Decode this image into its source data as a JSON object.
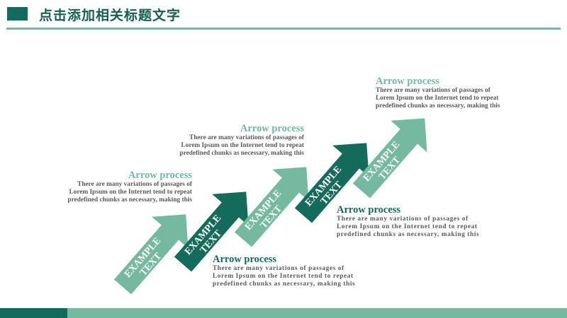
{
  "header": {
    "title": "点击添加相关标题文字"
  },
  "colors": {
    "light": "#74b9a0",
    "dark": "#146b5c",
    "body_text": "#5a5a5a"
  },
  "arrows": [
    {
      "line1": "EXAMPLE",
      "line2": "TEXT",
      "color": "#74b9a0"
    },
    {
      "line1": "EXAMPLE",
      "line2": "TEXT",
      "color": "#146b5c"
    },
    {
      "line1": "EXAMPLE",
      "line2": "TEXT",
      "color": "#74b9a0"
    },
    {
      "line1": "EXAMPLE",
      "line2": "TEXT",
      "color": "#146b5c"
    },
    {
      "line1": "EXAMPLE",
      "line2": "TEXT",
      "color": "#74b9a0"
    }
  ],
  "blocks": [
    {
      "title": "Arrow process",
      "lines": [
        "There are many variations of passages of",
        "Lorem Ipsum on the Internet tend to repeat",
        "predefined chunks as necessary, making this"
      ]
    },
    {
      "title": "Arrow process",
      "lines": [
        "There are many variations of passages of",
        "Lorem Ipsum on the Internet tend to repeat",
        "predefined chunks as necessary, making this"
      ]
    },
    {
      "title": "Arrow process",
      "lines": [
        "There are many variations of passages of",
        "Lorem Ipsum on the Internet tend to repeat",
        "predefined chunks as necessary, making this"
      ]
    },
    {
      "title": "Arrow process",
      "lines": [
        "There are many variations of passages of",
        "Lorem Ipsum on the Internet tend to repeat",
        "predefined chunks as necessary, making this"
      ]
    },
    {
      "title": "Arrow process",
      "lines": [
        "There are many variations of passages of",
        "Lorem Ipsum on the Internet tend to repeat",
        "predefined chunks as necessary, making this"
      ]
    }
  ]
}
